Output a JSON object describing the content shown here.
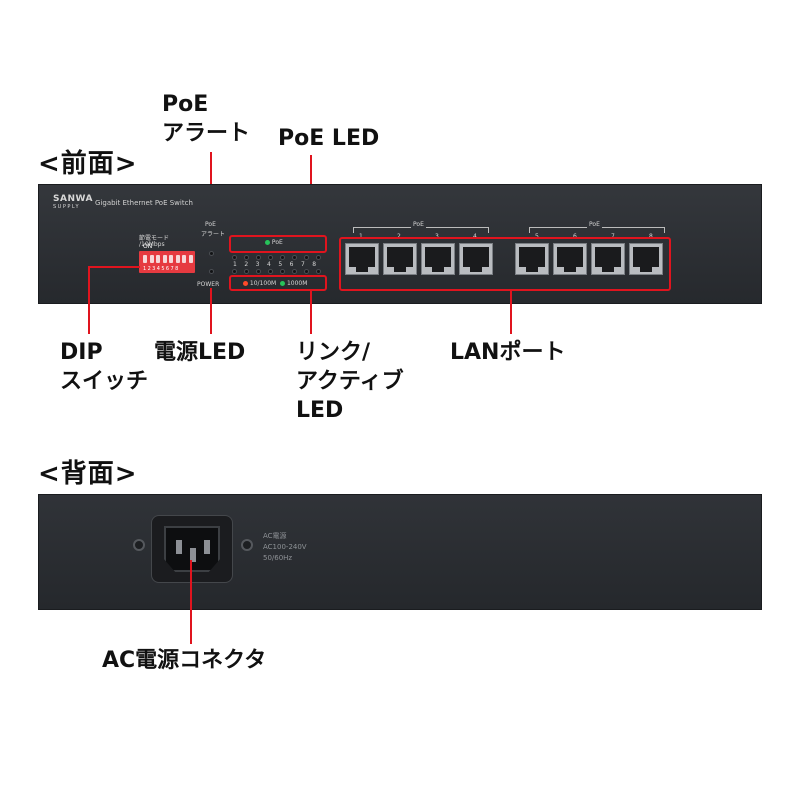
{
  "headings": {
    "front": "<前面>",
    "back": "<背面>"
  },
  "callouts": {
    "poe_alert_line1": "PoE",
    "poe_alert_line2": "アラート",
    "poe_led": "PoE LED",
    "dip_line1": "DIP",
    "dip_line2": "スイッチ",
    "power_led": "電源LED",
    "link_line1": "リンク/",
    "link_line2": "アクティブ",
    "link_line3": "LED",
    "lan_ports": "LANポート",
    "ac_connector": "AC電源コネクタ"
  },
  "front_panel": {
    "logo_main": "SANWA",
    "logo_sub": "SUPPLY",
    "model": "Gigabit Ethernet PoE Switch",
    "dip_label_line1": "節電モード",
    "dip_label_line2": "/10Mbps",
    "dip_on": "ON",
    "dip_numbers": "12345678",
    "poe_small_line1": "PoE",
    "poe_small_line2": "アラート",
    "power_label": "POWER",
    "led_poe_label": "PoE",
    "led_numbers": [
      "1",
      "2",
      "3",
      "4",
      "5",
      "6",
      "7",
      "8"
    ],
    "speed_10_100": "10/100M",
    "speed_1000": "1000M",
    "port_group_label": "PoE",
    "port_numbers": [
      "1",
      "2",
      "3",
      "4",
      "5",
      "6",
      "7",
      "8"
    ]
  },
  "back_panel": {
    "ac_line1": "AC電源",
    "ac_line2": "AC100-240V",
    "ac_line3": "50/60Hz"
  },
  "colors": {
    "accent_red": "#e0141e",
    "panel": "#2b2e33",
    "led_green": "#27c25a",
    "led_orange": "#ff4a2a"
  }
}
